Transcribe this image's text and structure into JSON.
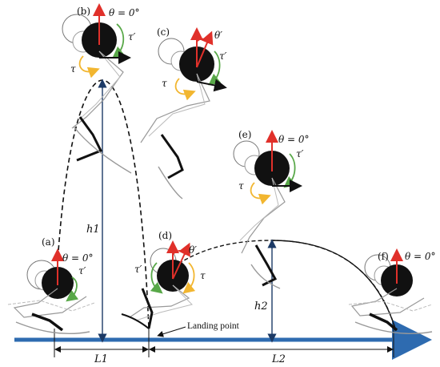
{
  "panels": {
    "a": {
      "label": "(a)",
      "theta": "θ = 0°",
      "tau": "τ′"
    },
    "b": {
      "label": "(b)",
      "theta": "θ = 0°",
      "tau_prime": "τ′",
      "tau": "τ"
    },
    "c": {
      "label": "(c)",
      "theta_prime": "θ′",
      "tau_prime": "τ′",
      "tau": "τ"
    },
    "d": {
      "label": "(d)",
      "theta_prime": "θ′",
      "tau_prime": "τ′",
      "tau": "τ"
    },
    "e": {
      "label": "(e)",
      "theta": "θ = 0°",
      "tau_prime": "τ′",
      "tau": "τ"
    },
    "f": {
      "label": "(f)",
      "theta": "θ = 0°"
    }
  },
  "dimensions": {
    "h1": "h1",
    "h2": "h2",
    "L1": "L1",
    "L2": "L2"
  },
  "annotation": {
    "landing": "Landing point"
  },
  "colors": {
    "axis": "#2e6bb0",
    "theta": "#e0302a",
    "tau": "#f2b630",
    "tau_prime": "#58a848",
    "body": "#111111"
  }
}
